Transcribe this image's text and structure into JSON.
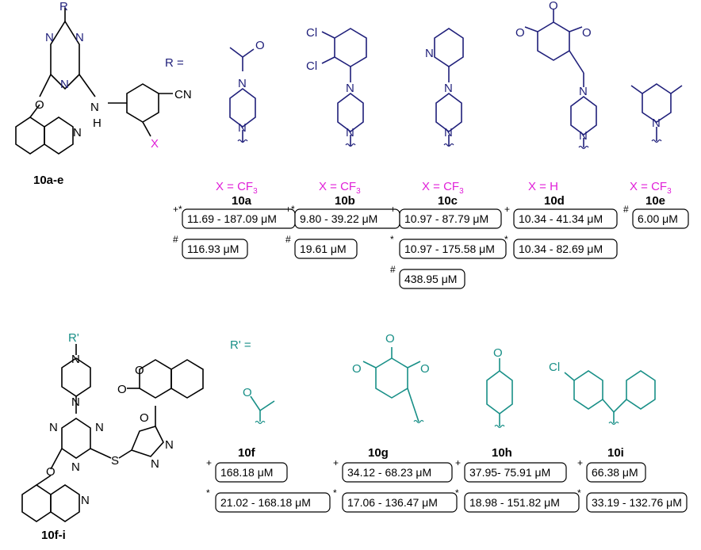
{
  "top": {
    "compound_label": "10a-e",
    "r_equals": "R =",
    "core_r": "R",
    "core_x": "X",
    "core_cn": "CN",
    "core_h": "H",
    "compounds": [
      {
        "x_sub": "X = CF",
        "x_subscript": "3",
        "name": "10a",
        "rows": [
          {
            "marker": "+*",
            "text": "11.69 - 187.09 μM"
          },
          {
            "marker": "#",
            "text": "116.93 μM"
          }
        ]
      },
      {
        "x_sub": "X = CF",
        "x_subscript": "3",
        "name": "10b",
        "rows": [
          {
            "marker": "+*",
            "text": "9.80 - 39.22 μM"
          },
          {
            "marker": "#",
            "text": "19.61 μM"
          }
        ]
      },
      {
        "x_sub": "X = CF",
        "x_subscript": "3",
        "name": "10c",
        "rows": [
          {
            "marker": "+",
            "text": "10.97 - 87.79 μM"
          },
          {
            "marker": "*",
            "text": "10.97 - 175.58 μM"
          },
          {
            "marker": "#",
            "text": "438.95 μM"
          }
        ]
      },
      {
        "x_sub": "X = H",
        "x_subscript": "",
        "name": "10d",
        "rows": [
          {
            "marker": "+",
            "text": "10.34 - 41.34 μM"
          },
          {
            "marker": "*",
            "text": "10.34 - 82.69 μM"
          }
        ]
      },
      {
        "x_sub": "X = CF",
        "x_subscript": "3",
        "name": "10e",
        "rows": [
          {
            "marker": "#",
            "text": "6.00 μM"
          }
        ]
      }
    ]
  },
  "bottom": {
    "compound_label": "10f-i",
    "r_equals": "R' =",
    "core_r": "R'",
    "compounds": [
      {
        "name": "10f",
        "rows": [
          {
            "marker": "+",
            "text": "168.18 μM"
          },
          {
            "marker": "*",
            "text": "21.02 - 168.18 μM"
          }
        ]
      },
      {
        "name": "10g",
        "rows": [
          {
            "marker": "+",
            "text": "34.12 - 68.23 μM"
          },
          {
            "marker": "*",
            "text": "17.06 - 136.47 μM"
          }
        ]
      },
      {
        "name": "10h",
        "rows": [
          {
            "marker": "+",
            "text": "37.95- 75.91 μM"
          },
          {
            "marker": "*",
            "text": "18.98 - 151.82 μM"
          }
        ]
      },
      {
        "name": "10i",
        "rows": [
          {
            "marker": "+",
            "text": "66.38 μM"
          },
          {
            "marker": "*",
            "text": "33.19 - 132.76 μM"
          }
        ]
      }
    ]
  },
  "colors": {
    "magenta": "#e020d8",
    "teal": "#188f87",
    "navy": "#1f1f7a"
  }
}
